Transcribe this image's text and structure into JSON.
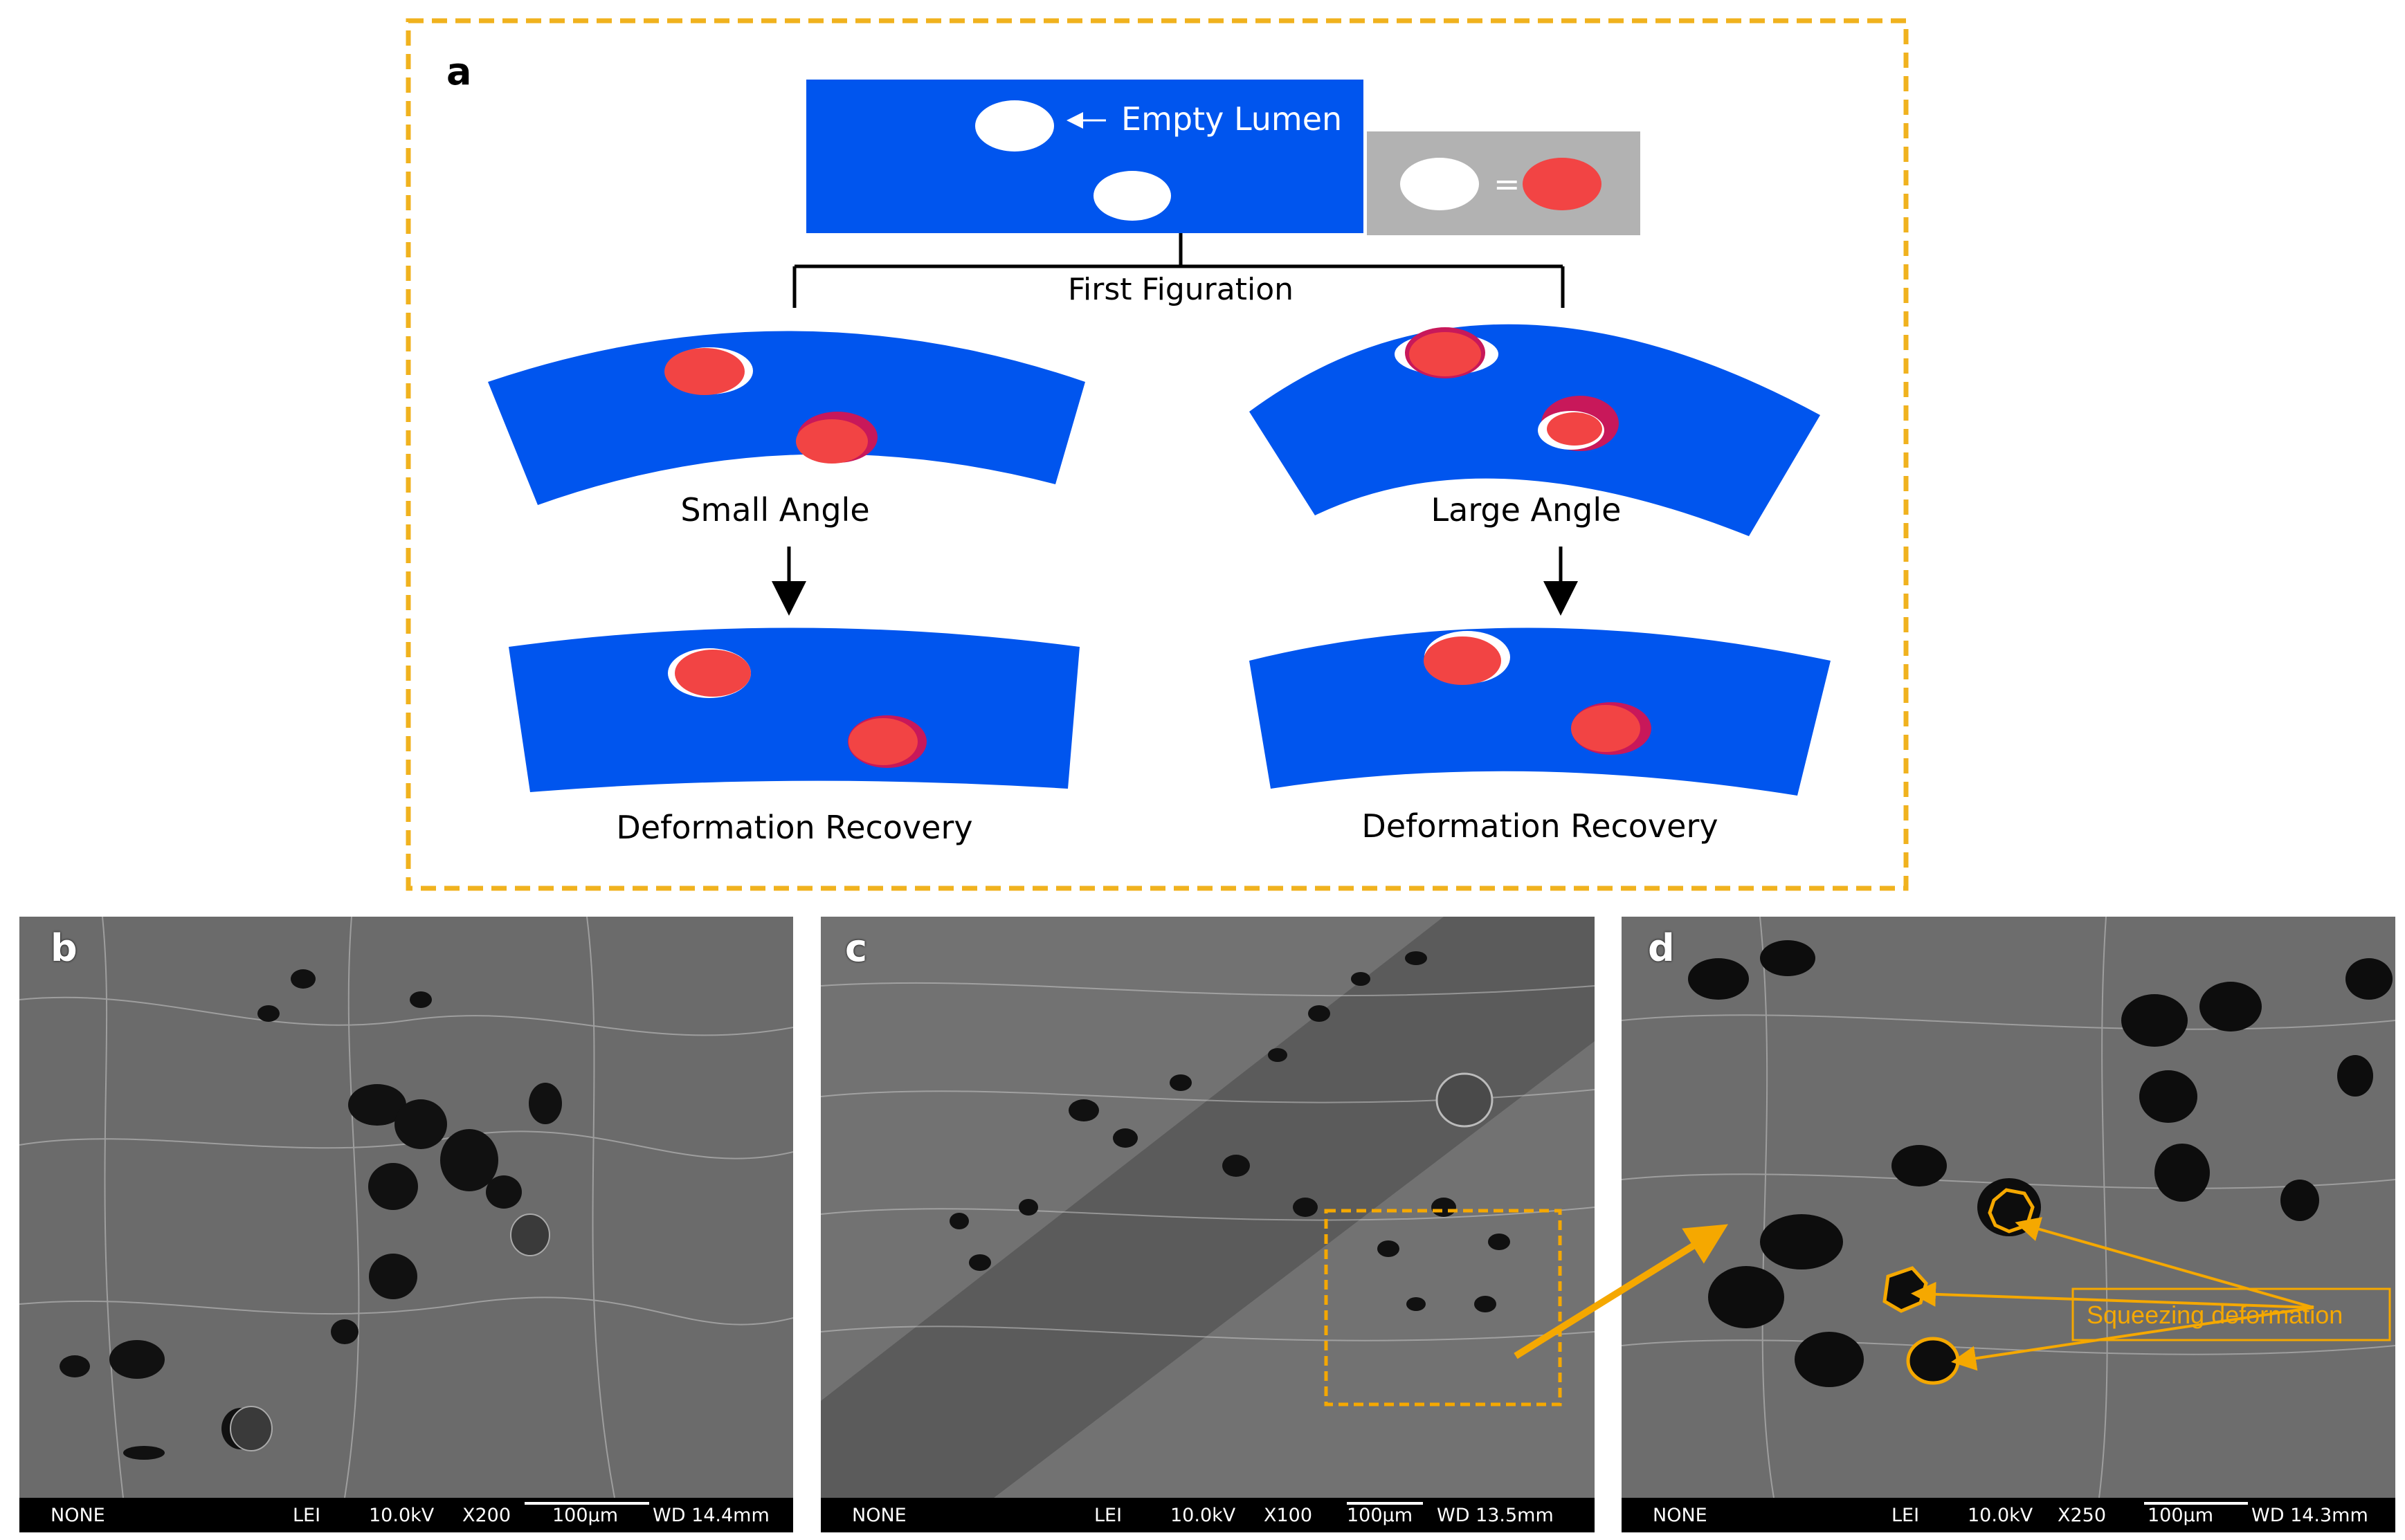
{
  "panel_a": {
    "letter": "a",
    "top_label": "Empty Lumen",
    "legend_equals": "=",
    "branch_label": "First Figuration",
    "left_label": "Small Angle",
    "right_label": "Large Angle",
    "left_recovery": "Deformation Recovery",
    "right_recovery": "Deformation Recovery"
  },
  "sem": [
    {
      "letter": "b",
      "detector": "NONE",
      "mode": "LEI",
      "voltage": "10.0kV",
      "mag": "X200",
      "scale": "100µm",
      "wd": "WD 14.4mm"
    },
    {
      "letter": "c",
      "detector": "NONE",
      "mode": "LEI",
      "voltage": "10.0kV",
      "mag": "X100",
      "scale": "100µm",
      "wd": "WD 13.5mm"
    },
    {
      "letter": "d",
      "detector": "NONE",
      "mode": "LEI",
      "voltage": "10.0kV",
      "mag": "X250",
      "scale": "100µm",
      "wd": "WD 14.3mm"
    }
  ],
  "annotation": {
    "label": "Squeezing deformation"
  },
  "colors": {
    "substrate_blue": "#0055ee",
    "lumen_red": "#f24444",
    "legend_gray": "#b2b2b2",
    "frame_orange": "#f0b21e",
    "annotation_orange": "#f5a800"
  }
}
